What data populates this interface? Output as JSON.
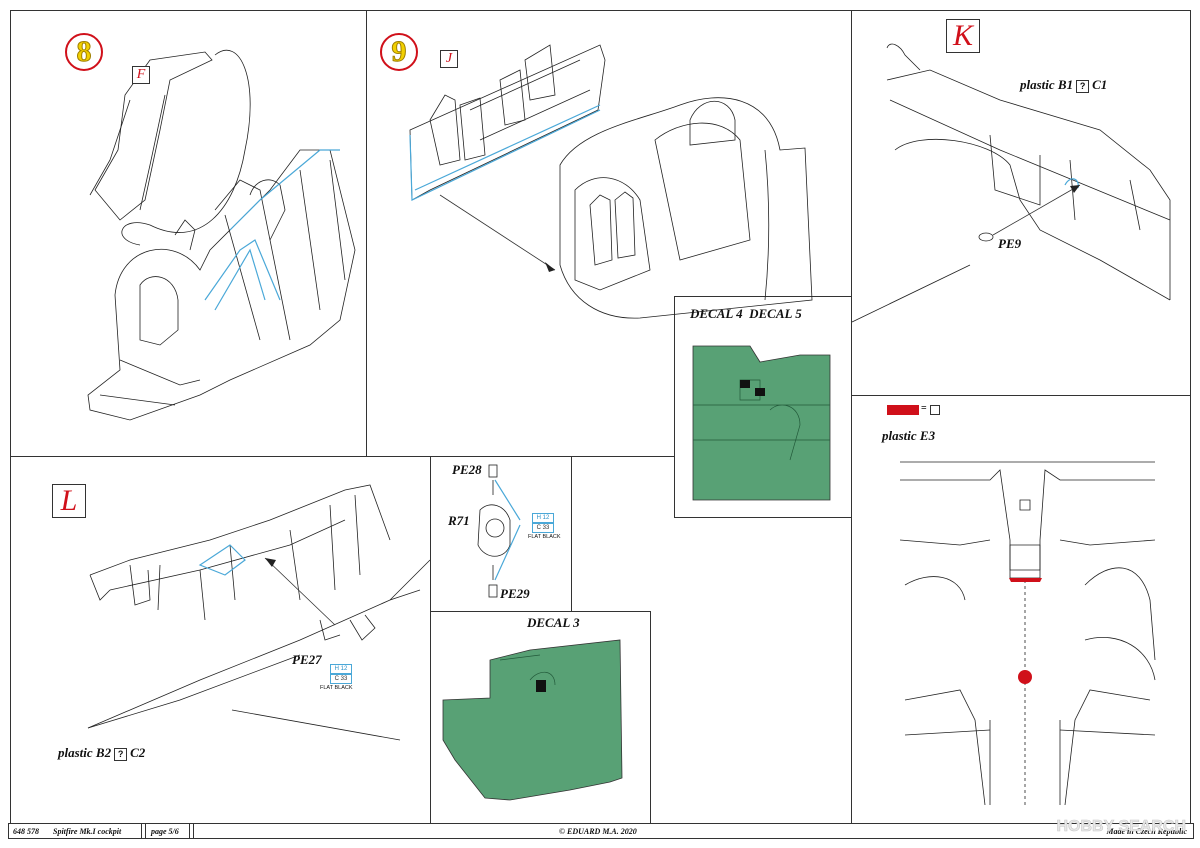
{
  "steps": {
    "s8": {
      "number": "8",
      "part": "F"
    },
    "s9": {
      "number": "9",
      "part": "J"
    },
    "sK": {
      "letter": "K",
      "label": "plastic B1",
      "q": "?",
      "label2": "C1",
      "pe": "PE9"
    },
    "sL": {
      "letter": "L",
      "label": "plastic B2",
      "q": "?",
      "label2": "C2",
      "pe": "PE27",
      "paint": {
        "h": "H 12",
        "c": "C 33",
        "name": "FLAT BLACK"
      }
    },
    "r71": {
      "pe_top": "PE28",
      "part": "R71",
      "pe_bottom": "PE29",
      "paint": {
        "h": "H 12",
        "c": "C 33",
        "name": "FLAT BLACK"
      }
    },
    "decal3": {
      "title": "DECAL 3"
    },
    "decal45": {
      "title1": "DECAL 4",
      "title2": "DECAL 5"
    },
    "e3": {
      "label": "plastic E3",
      "legend_eq": "="
    }
  },
  "colors": {
    "accent_red": "#d0101a",
    "cockpit_green": "#58a175",
    "pe_blue": "#4aa8d8",
    "number_yellow": "#f2d000"
  },
  "footer": {
    "code": "648 578",
    "title": "Spitfire Mk.I cockpit",
    "page": "page 5/6",
    "copyright": "© EDUARD  M.A. 2020",
    "origin": "Made in Czech Republic"
  },
  "watermark": "HOBBY SEARCH"
}
